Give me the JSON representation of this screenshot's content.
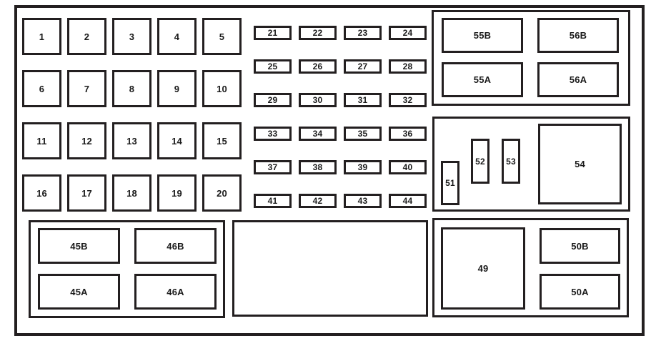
{
  "colors": {
    "line": "#231f20",
    "background": "#ffffff",
    "text": "#1a1a1a"
  },
  "panel": {
    "square_fuses": [
      "1",
      "2",
      "3",
      "4",
      "5",
      "6",
      "7",
      "8",
      "9",
      "10",
      "11",
      "12",
      "13",
      "14",
      "15",
      "16",
      "17",
      "18",
      "19",
      "20"
    ],
    "mini_fuses": [
      "21",
      "22",
      "23",
      "24",
      "25",
      "26",
      "27",
      "28",
      "29",
      "30",
      "31",
      "32",
      "33",
      "34",
      "35",
      "36",
      "37",
      "38",
      "39",
      "40",
      "41",
      "42",
      "43",
      "44"
    ],
    "top_right_block": {
      "cells": [
        "55B",
        "56B",
        "55A",
        "56A"
      ]
    },
    "mid_right_block": {
      "cells": [
        "51",
        "52",
        "53",
        "54"
      ]
    },
    "bottom_left_block": {
      "cells": [
        "45B",
        "46B",
        "45A",
        "46A"
      ]
    },
    "bottom_middle_block": {
      "cells": []
    },
    "bottom_right_block": {
      "cells": [
        "49",
        "50B",
        "50A"
      ]
    }
  }
}
